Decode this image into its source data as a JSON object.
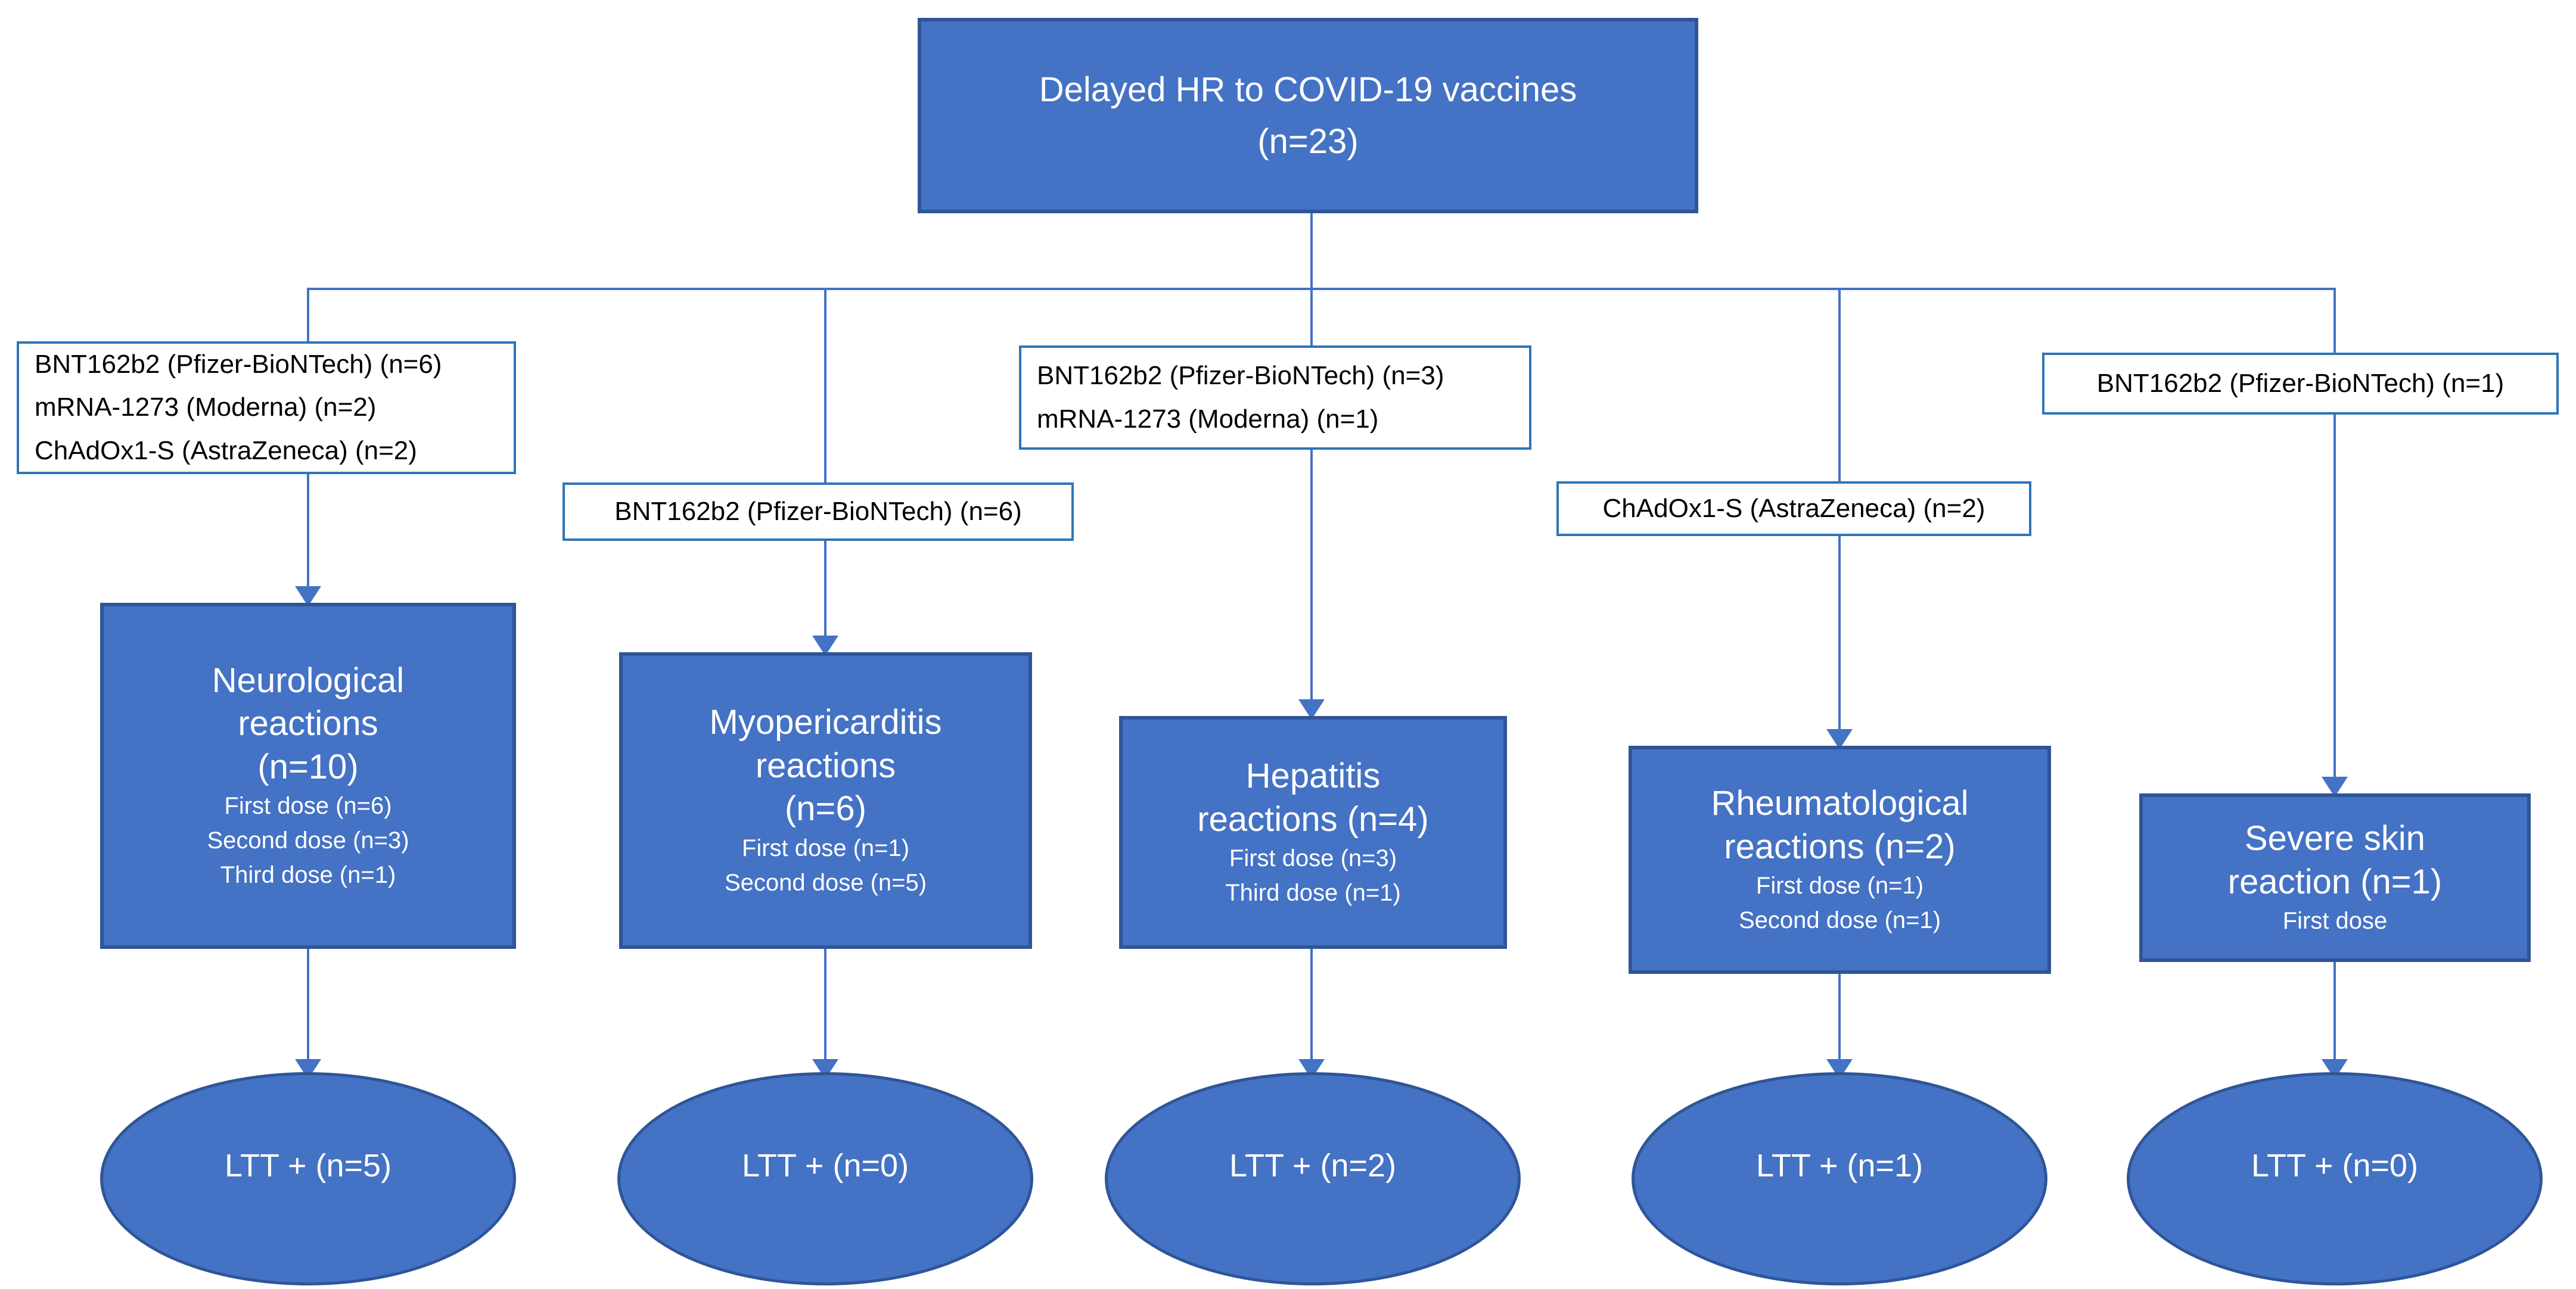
{
  "root": {
    "line1": "Delayed HR to COVID-19 vaccines",
    "line2": "(n=23)"
  },
  "branches": [
    {
      "vaccines": [
        "BNT162b2 (Pfizer-BioNTech) (n=6)",
        "mRNA-1273 (Moderna) (n=2)",
        "ChAdOx1-S (AstraZeneca) (n=2)"
      ],
      "reaction_title_lines": [
        "Neurological",
        "reactions",
        "(n=10)"
      ],
      "doses": [
        "First dose (n=6)",
        "Second dose (n=3)",
        "Third dose (n=1)"
      ],
      "ltt": "LTT + (n=5)"
    },
    {
      "vaccines": [
        "BNT162b2 (Pfizer-BioNTech) (n=6)"
      ],
      "reaction_title_lines": [
        "Myopericarditis",
        "reactions",
        "(n=6)"
      ],
      "doses": [
        "First dose (n=1)",
        "Second dose (n=5)"
      ],
      "ltt": "LTT + (n=0)"
    },
    {
      "vaccines": [
        "BNT162b2 (Pfizer-BioNTech) (n=3)",
        "mRNA-1273 (Moderna)  (n=1)"
      ],
      "reaction_title_lines": [
        "Hepatitis",
        "reactions (n=4)"
      ],
      "doses": [
        "First dose (n=3)",
        "Third dose (n=1)"
      ],
      "ltt": "LTT + (n=2)"
    },
    {
      "vaccines": [
        "ChAdOx1-S (AstraZeneca) (n=2)"
      ],
      "reaction_title_lines": [
        "Rheumatological",
        "reactions  (n=2)"
      ],
      "doses": [
        "First dose (n=1)",
        "Second dose (n=1)"
      ],
      "ltt": "LTT + (n=1)"
    },
    {
      "vaccines": [
        "BNT162b2 (Pfizer-BioNTech) (n=1)"
      ],
      "reaction_title_lines": [
        "Severe skin",
        "reaction (n=1)"
      ],
      "doses": [
        "First dose"
      ],
      "ltt": "LTT + (n=0)"
    }
  ],
  "colors": {
    "node_fill": "#4472C4",
    "node_border": "#2F5597",
    "connector": "#4472C4",
    "label_box_border": "#2E75B6",
    "node_text": "#FFFFFF",
    "label_text": "#000000",
    "background": "#FFFFFF"
  }
}
